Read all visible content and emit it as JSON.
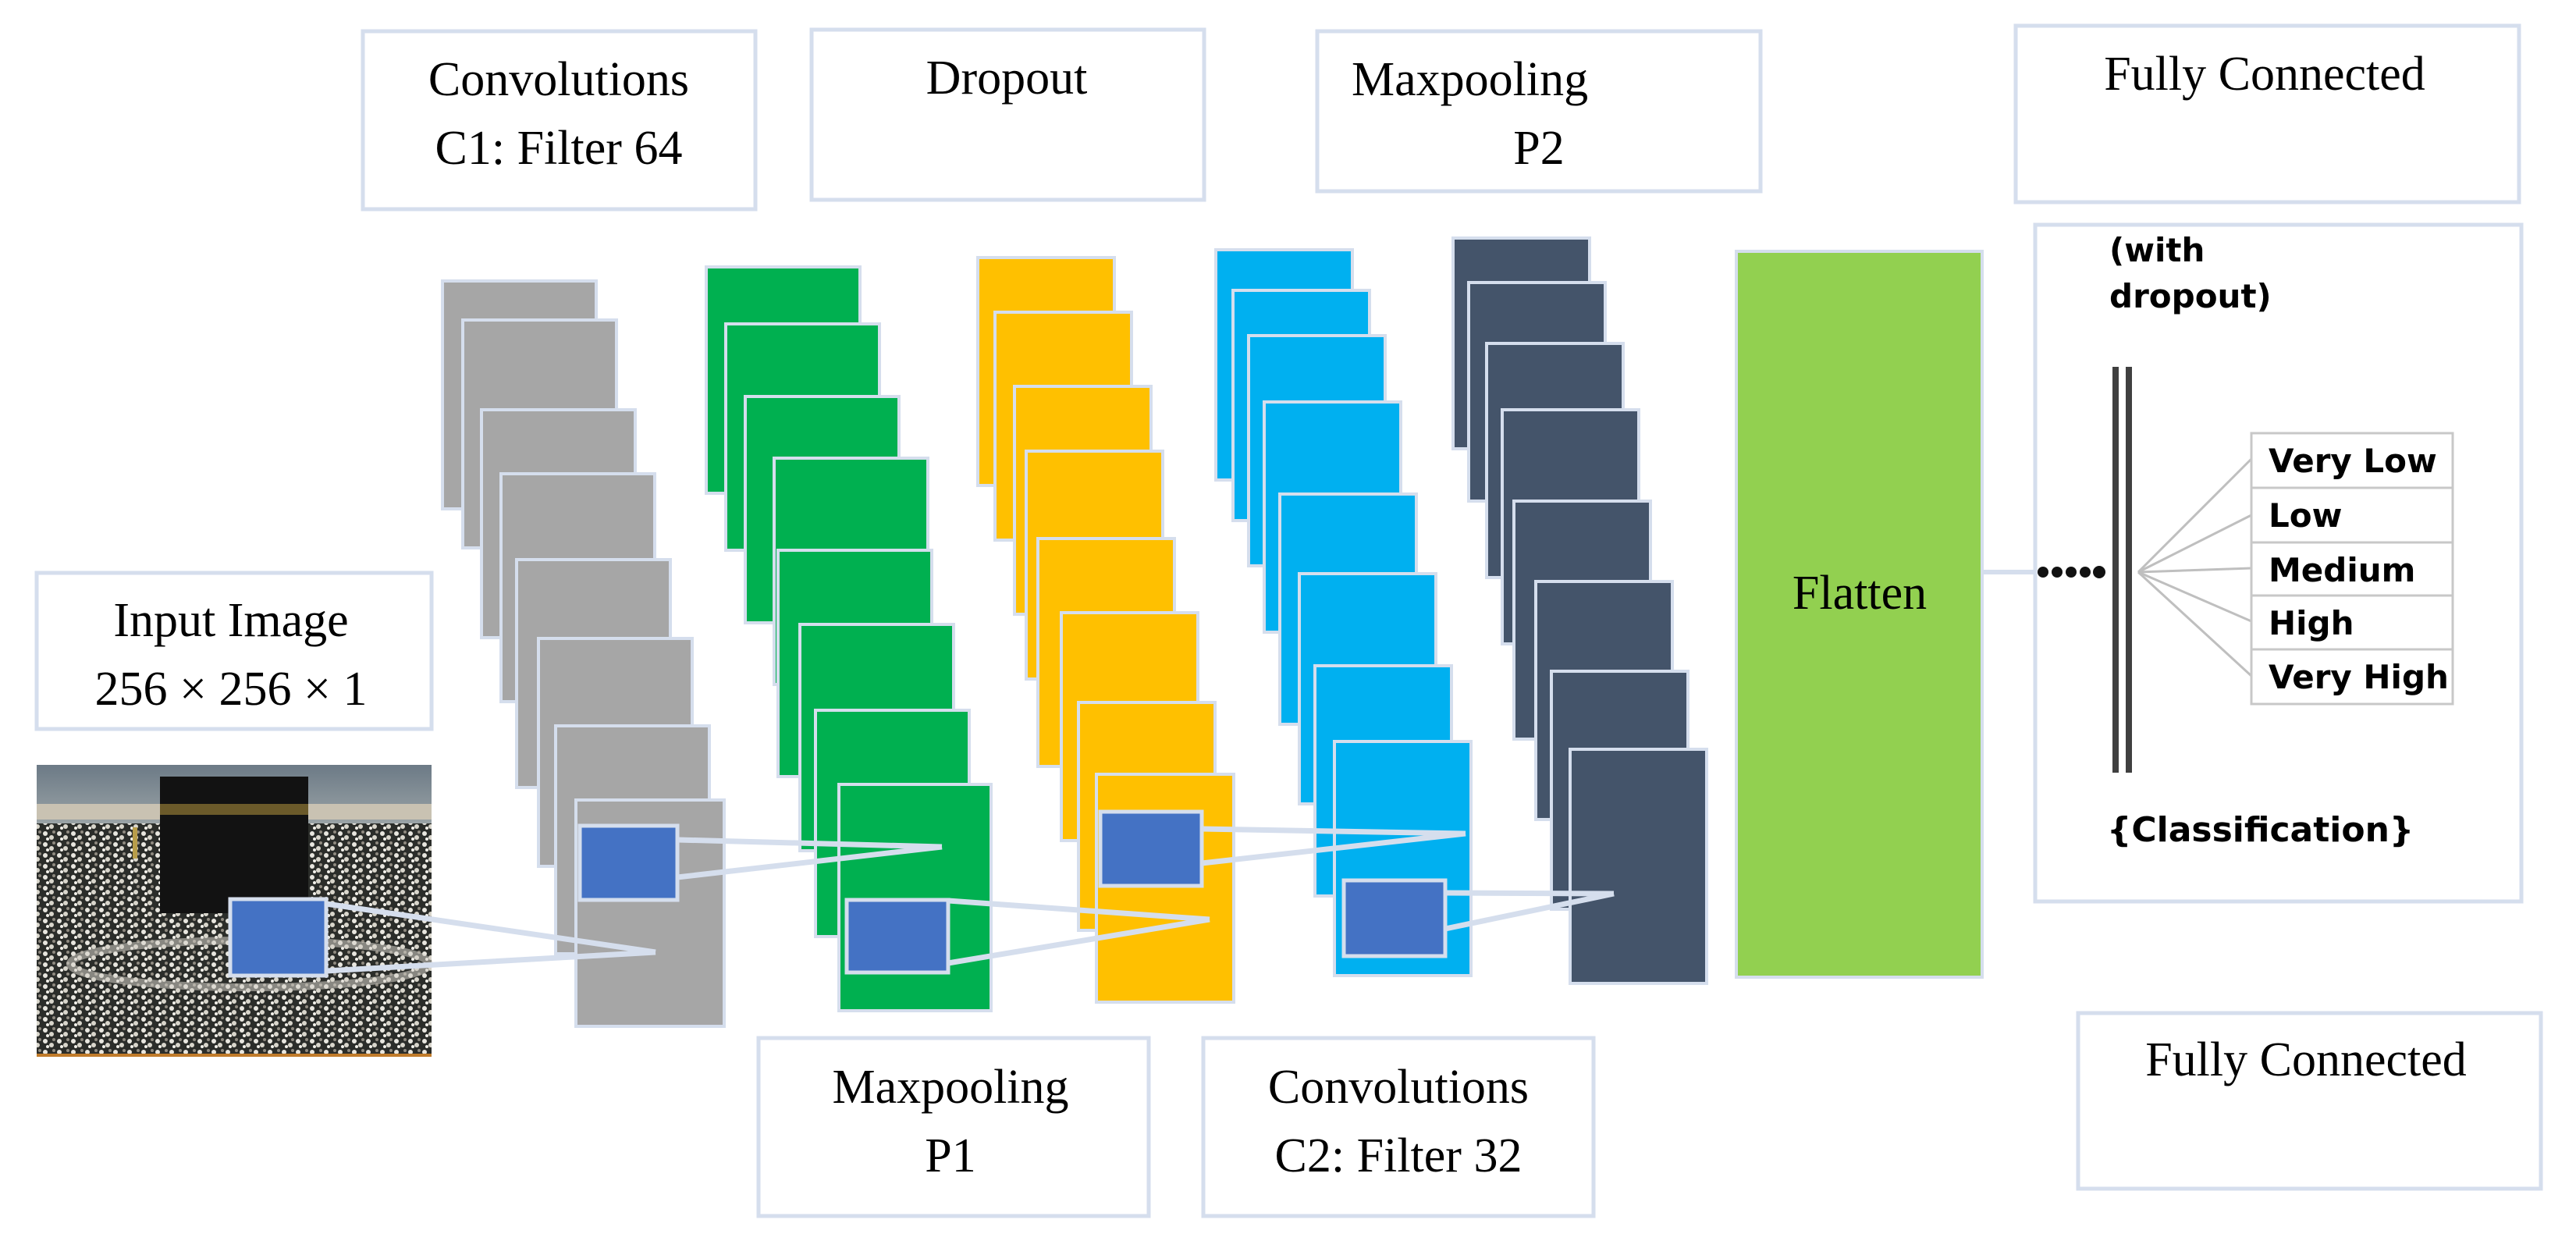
{
  "colors": {
    "background": "#ffffff",
    "box_border": "#d5deed",
    "conv1": "#a6a6a6",
    "pool1": "#00b050",
    "dropout": "#ffc000",
    "conv2": "#00b0f0",
    "pool2": "#44546a",
    "flatten": "#92d050",
    "kernel": "#4472c4",
    "connector": "#d5deed",
    "neuron_bar": "#404040"
  },
  "labels": {
    "conv1": [
      "Convolutions",
      "C1: Filter 64"
    ],
    "dropout": [
      "Dropout"
    ],
    "maxpool2": [
      "Maxpooling",
      "P2"
    ],
    "fully_connected_top": [
      "Fully Connected"
    ],
    "input": [
      "Input Image",
      "256 × 256 × 1"
    ],
    "maxpool1": [
      "Maxpooling",
      "P1"
    ],
    "conv2": [
      "Convolutions",
      "C2: Filter 32"
    ],
    "fully_connected_bottom": [
      "Fully Connected"
    ],
    "flatten": "Flatten"
  },
  "classifier": {
    "note": [
      "(with",
      "dropout)"
    ],
    "classes": [
      "Very Low",
      "Low",
      "Medium",
      "High",
      "Very High"
    ],
    "caption": "{Classification}"
  },
  "input_image": {
    "description_icon": "crowd-photo-icon"
  }
}
